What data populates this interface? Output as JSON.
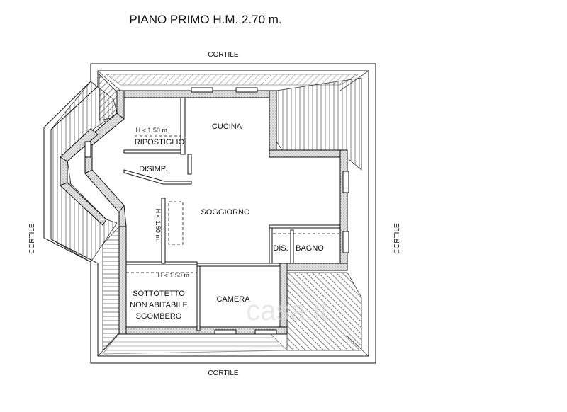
{
  "title": "PIANO PRIMO H.M. 2.70 m.",
  "sides": {
    "top": "CORTILE",
    "bottom": "CORTILE",
    "left": "CORTILE",
    "right": "CORTILE"
  },
  "rooms": {
    "cucina": "CUCINA",
    "ripostiglio": "RIPOSTIGLIO",
    "disimpegno": "DISIMP.",
    "soggiorno": "SOGGIORNO",
    "dis": "DIS.",
    "bagno": "BAGNO",
    "camera": "CAMERA",
    "sottotetto_line1": "SOTTOTETTO",
    "sottotetto_line2": "NON ABITABILE",
    "sottotetto_line3": "SGOMBERO"
  },
  "height_notes": {
    "top": "H < 1.50 m.",
    "vertical": "H < 1.50 m.",
    "bottom": "H < 1.50 m."
  },
  "watermark": "casa.it",
  "colors": {
    "line": "#111111",
    "wall_fill": "#dcdcdc",
    "watermark": "#d6d6d6"
  }
}
